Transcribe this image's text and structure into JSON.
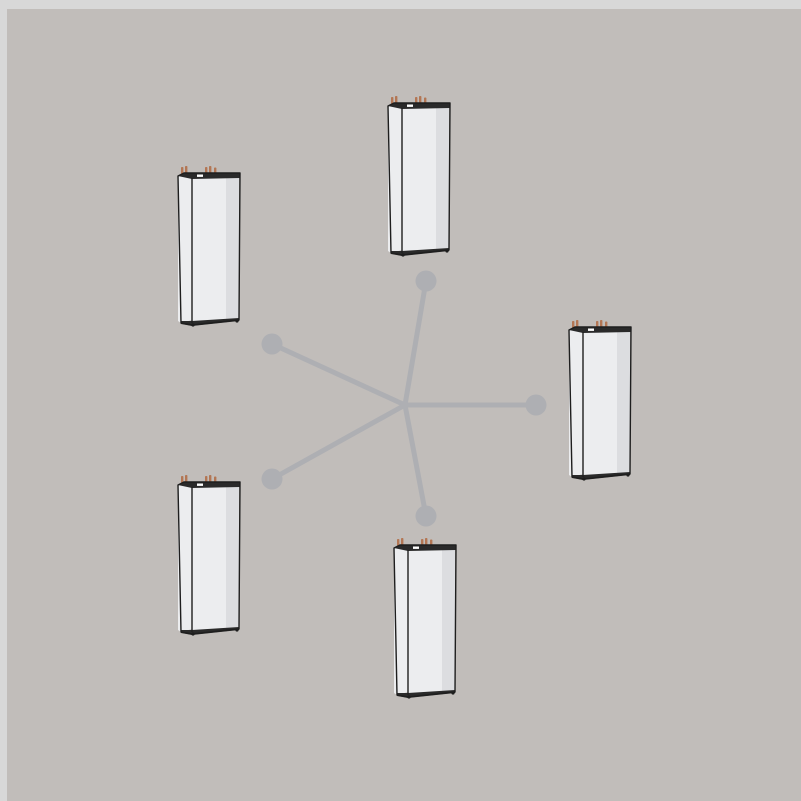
{
  "diagram": {
    "layout": "star network",
    "background_color": "#c1bdba",
    "edge_strip_color": "#d8d8d8",
    "connector_color": "#aeafb3",
    "hub": {
      "name": "central-hub"
    },
    "units": [
      {
        "name": "heat-pump-unit-top",
        "icon": "heat-pump-cabinet-icon"
      },
      {
        "name": "heat-pump-unit-upper-left",
        "icon": "heat-pump-cabinet-icon"
      },
      {
        "name": "heat-pump-unit-right",
        "icon": "heat-pump-cabinet-icon"
      },
      {
        "name": "heat-pump-unit-lower-left",
        "icon": "heat-pump-cabinet-icon"
      },
      {
        "name": "heat-pump-unit-bottom",
        "icon": "heat-pump-cabinet-icon"
      }
    ],
    "unit_colors": {
      "cabinet_front": "#ecedef",
      "cabinet_side": "#dcdde0",
      "cabinet_top": "#2a2a2a",
      "outline": "#1e1e1e",
      "pipe": "#b37654"
    }
  }
}
